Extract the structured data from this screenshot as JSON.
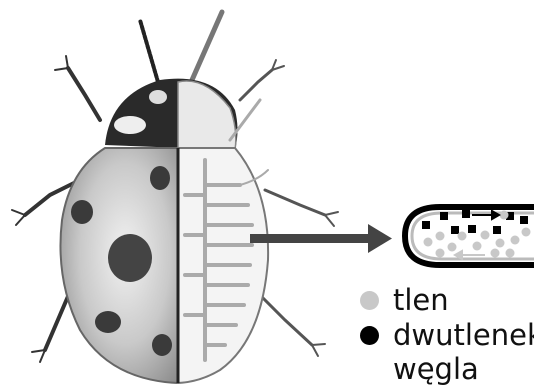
{
  "legend": {
    "oxygen": {
      "label": "tlen",
      "color": "#c8c8c8"
    },
    "co2": {
      "label_line1": "dwutlenek",
      "label_line2": "węgla",
      "color": "#000000"
    }
  },
  "icons": {
    "insect": "ladybug-icon",
    "arrow": "arrow-right-icon",
    "tube": "trachea-tube-icon"
  }
}
